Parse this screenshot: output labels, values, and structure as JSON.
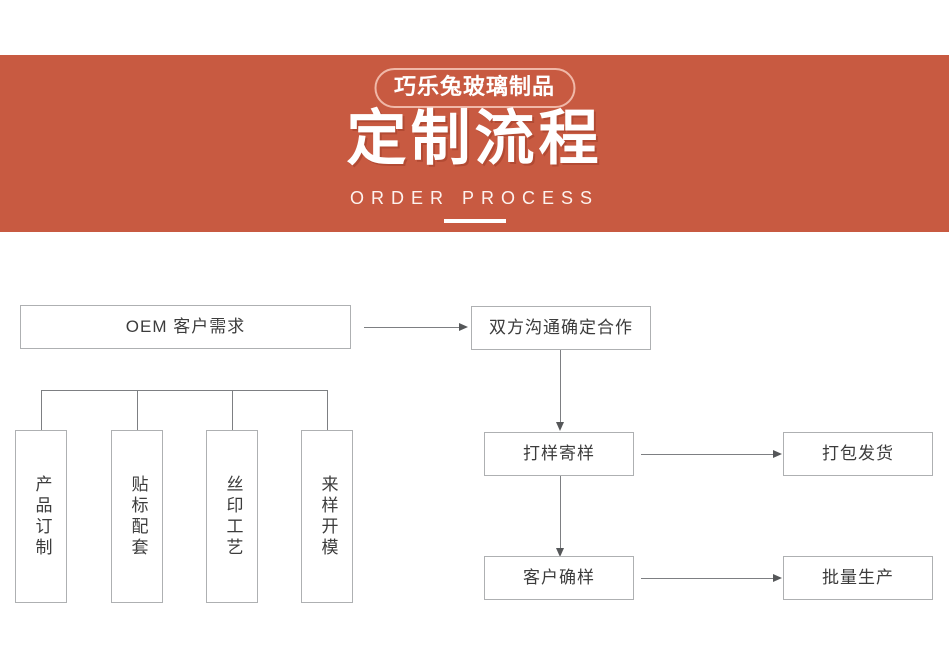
{
  "banner": {
    "badge_label": "巧乐兔玻璃制品",
    "title": "定制流程",
    "subtitle": "ORDER PROCESS",
    "background_color": "#c85a41",
    "badge_border_color": "#f0b8a8",
    "text_color": "#ffffff"
  },
  "flowchart": {
    "box_border_color": "#aeb0b2",
    "connector_color": "#7d7f82",
    "nodes": {
      "oem_demand": "OEM 客户需求",
      "mutual_agreement": "双方沟通确定合作",
      "sample_making": "打样寄样",
      "packing_shipping": "打包发货",
      "customer_confirm": "客户确样",
      "mass_production": "批量生产"
    },
    "branches": [
      {
        "label": "产品订制"
      },
      {
        "label": "贴标配套"
      },
      {
        "label": "丝印工艺"
      },
      {
        "label": "来样开模"
      }
    ]
  }
}
